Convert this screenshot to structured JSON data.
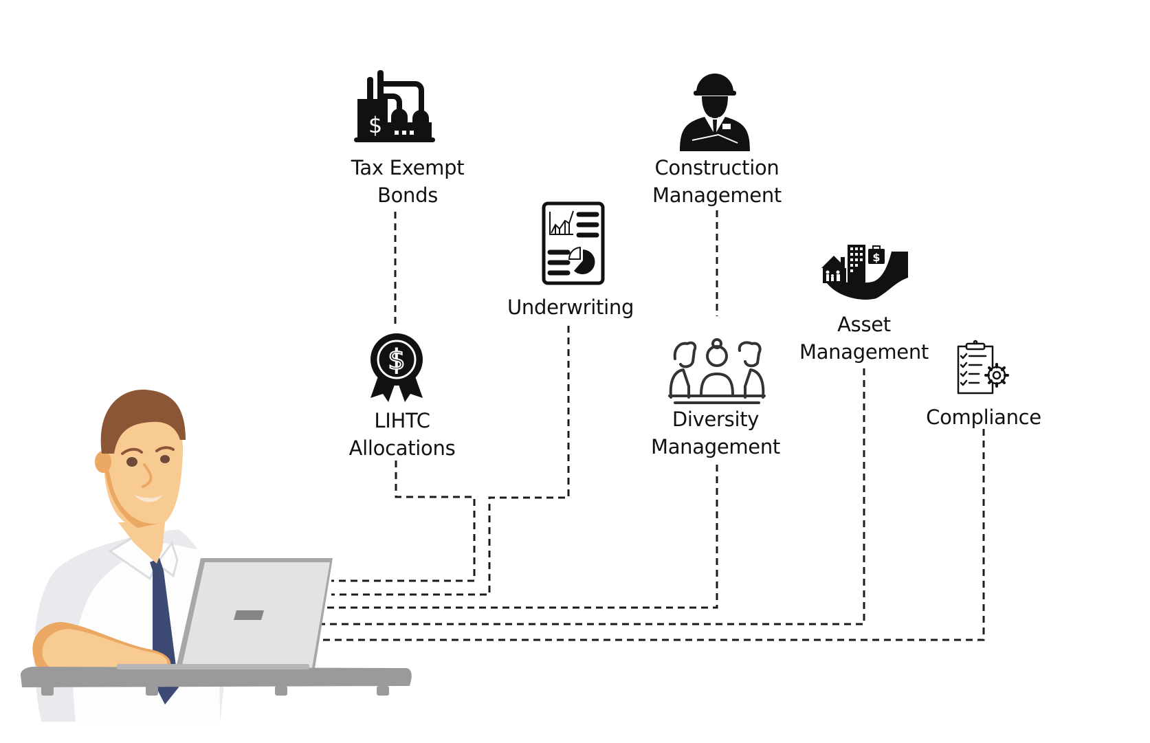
{
  "diagram": {
    "title": "",
    "nodes": [
      {
        "id": "tax-exempt-bonds",
        "lines": [
          "Tax Exempt",
          "Bonds"
        ],
        "icon": "factory-dollar-icon"
      },
      {
        "id": "lihtc-allocations",
        "lines": [
          "LIHTC",
          "Allocations"
        ],
        "icon": "dollar-award-badge-icon"
      },
      {
        "id": "underwriting",
        "lines": [
          "Underwriting"
        ],
        "icon": "report-document-chart-icon"
      },
      {
        "id": "construction-management",
        "lines": [
          "Construction",
          "Management"
        ],
        "icon": "construction-worker-hardhat-icon"
      },
      {
        "id": "diversity-management",
        "lines": [
          "Diversity",
          "Management"
        ],
        "icon": "people-meeting-table-icon"
      },
      {
        "id": "asset-management",
        "lines": [
          "Asset",
          "Management"
        ],
        "icon": "hand-holding-property-icon"
      },
      {
        "id": "compliance",
        "lines": [
          "Compliance"
        ],
        "icon": "checklist-gear-icon"
      }
    ],
    "edges": [
      {
        "from": "tax-exempt-bonds",
        "to": "lihtc-allocations",
        "style": "dashed"
      },
      {
        "from": "lihtc-allocations",
        "to": "laptop-user",
        "style": "dashed"
      },
      {
        "from": "underwriting",
        "to": "laptop-user",
        "style": "dashed"
      },
      {
        "from": "construction-management",
        "to": "diversity-management",
        "style": "dashed"
      },
      {
        "from": "diversity-management",
        "to": "laptop-user",
        "style": "dashed"
      },
      {
        "from": "asset-management",
        "to": "laptop-user",
        "style": "dashed"
      },
      {
        "from": "compliance",
        "to": "laptop-user",
        "style": "dashed"
      }
    ],
    "hub": {
      "id": "laptop-user",
      "description": "businessman-at-laptop-illustration"
    }
  },
  "colors": {
    "text": "#111111",
    "icon": "#111111",
    "connector": "#1a1a1a",
    "skin": "#f8cb92",
    "skin_shadow": "#eba862",
    "hair": "#8a5635",
    "shirt": "#fdfdfd",
    "shirt_shadow": "#e9eaee",
    "tie": "#3d4a74",
    "laptop": "#e3e3e3",
    "laptop_edge": "#aaa5a6",
    "desk": "#9a9a9a"
  }
}
